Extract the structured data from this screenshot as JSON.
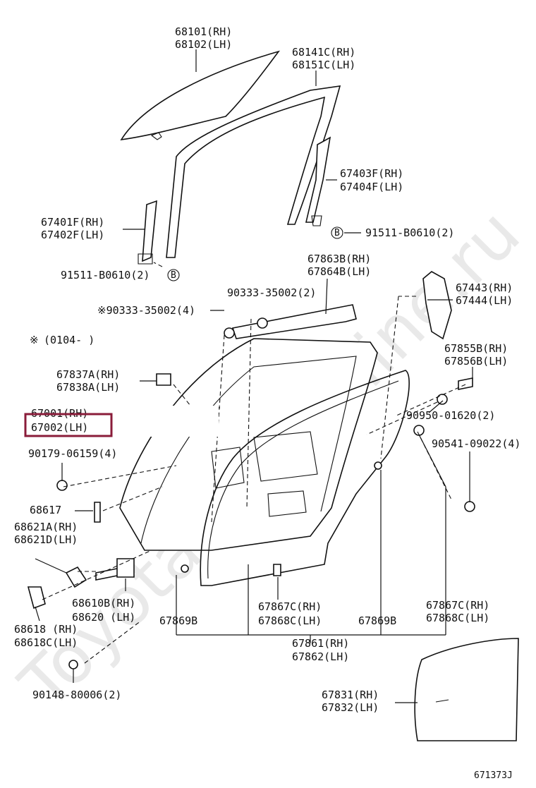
{
  "watermark": "ToyotaMotorMine.ru",
  "diagram_code": "671373J",
  "highlighted_part": "67002 (LH)",
  "note_prefix": "※",
  "note_date": "(0104-          )",
  "labels": {
    "window_glass": [
      "68101(RH)",
      "68102(LH)"
    ],
    "run_channel": [
      "68141C(RH)",
      "68151C(LH)"
    ],
    "rear_sash": [
      "67403F(RH)",
      "67404F(LH)"
    ],
    "front_sash": [
      "67401F(RH)",
      "67402F(LH)"
    ],
    "bolt_b_upper": "91511-B0610(2)",
    "bolt_b_lower": "91511-B0610(2)",
    "b_mark": "B",
    "belt_weatherstrip": [
      "67863B(RH)",
      "67864B(LH)"
    ],
    "bracket_upper": [
      "67443(RH)",
      "67444(LH)"
    ],
    "plug_2": "90333-35002(2)",
    "plug_4": "※90333-35002(4)",
    "cover_upper": [
      "67855B(RH)",
      "67856B(LH)"
    ],
    "clip_a": [
      "67837A(RH)",
      "67838A(LH)"
    ],
    "door_panel": [
      "67001(RH)",
      "67002(LH)"
    ],
    "grommet": "90950-01620(2)",
    "nut_4": "90179-06159(4)",
    "cushion": "90541-09022(4)",
    "striker_pin": "68617",
    "hinge_upper": [
      "68621A(RH)",
      "68621D(LH)"
    ],
    "check_assy": [
      "68610B(RH)",
      "68620 (LH)"
    ],
    "clip_b_left": "67869B",
    "clip_b_right": "67869B",
    "weatherstrip_clip": [
      "67867C(RH)",
      "67868C(LH)"
    ],
    "weatherstrip_clip_right": [
      "67867C(RH)",
      "67868C(LH)"
    ],
    "hinge_lower": [
      "68618 (RH)",
      "68618C(LH)"
    ],
    "door_weatherstrip": [
      "67861(RH)",
      "67862(LH)"
    ],
    "bolt_lower": "90148-80006(2)",
    "service_hole_cover": [
      "67831(RH)",
      "67832(LH)"
    ]
  }
}
